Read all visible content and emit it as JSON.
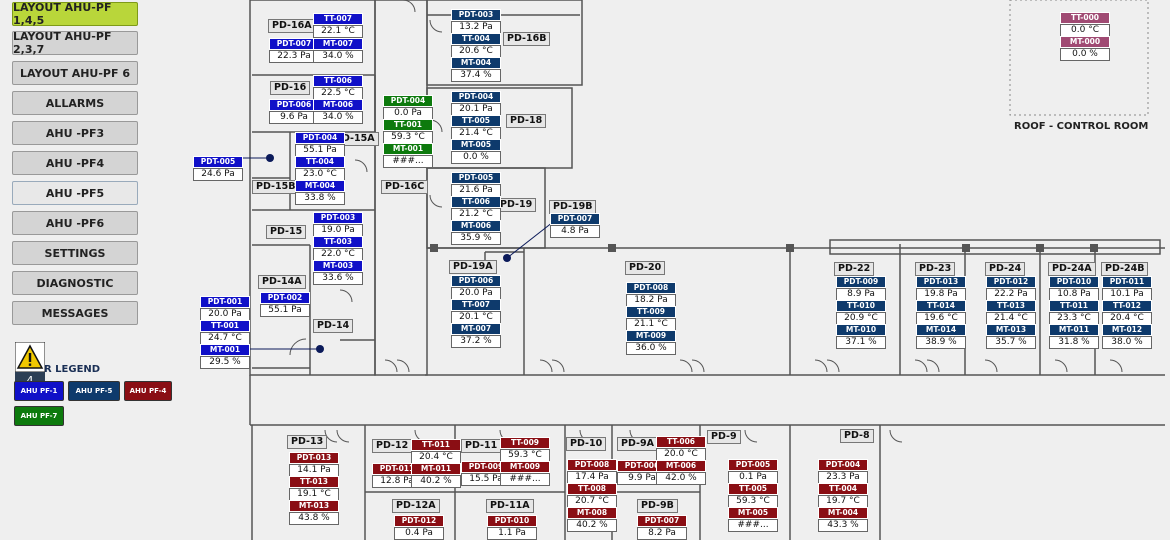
{
  "colors": {
    "blue": "#1010c8",
    "navy": "#0e3a6c",
    "red": "#8a0e14",
    "green": "#0d7a0d",
    "mauve": "#a04a73",
    "active": "#b9d63a"
  },
  "nav": [
    {
      "label": "LAYOUT AHU-PF 1,4,5",
      "state": "active"
    },
    {
      "label": "LAYOUT AHU-PF 2,3,7",
      "state": ""
    },
    {
      "label": "LAYOUT AHU-PF 6",
      "state": ""
    },
    {
      "label": "ALLARMS",
      "state": ""
    },
    {
      "label": "AHU -PF3",
      "state": ""
    },
    {
      "label": "AHU -PF4",
      "state": ""
    },
    {
      "label": "AHU -PF5",
      "state": "selected"
    },
    {
      "label": "AHU -PF6",
      "state": ""
    },
    {
      "label": "SETTINGS",
      "state": ""
    },
    {
      "label": "DIAGNOSTIC",
      "state": ""
    },
    {
      "label": "MESSAGES",
      "state": ""
    }
  ],
  "alarm": {
    "count": "4",
    "icon": "warning-icon"
  },
  "legend": {
    "title": "R LEGEND",
    "items": [
      {
        "label": "AHU PF-1",
        "color": "blue"
      },
      {
        "label": "AHU PF-5",
        "color": "navy"
      },
      {
        "label": "AHU PF-4",
        "color": "red"
      },
      {
        "label": "AHU PF-7",
        "color": "green"
      }
    ]
  },
  "roof": {
    "label": "ROOF - CONTROL ROOM"
  },
  "rooms": [
    "PD-16A",
    "PD-16",
    "PD-15A",
    "PD-15B",
    "PD-15",
    "PD-14A",
    "PD-14",
    "PD-16C",
    "PD-16B",
    "PD-18",
    "PD-19",
    "PD-19B",
    "PD-19A",
    "PD-20",
    "PD-22",
    "PD-23",
    "PD-24",
    "PD-24A",
    "PD-24B",
    "PD-13",
    "PD-12",
    "PD-11",
    "PD-10",
    "PD-9A",
    "PD-9",
    "PD-8",
    "PD-12A",
    "PD-11A",
    "PD-9B"
  ],
  "sensors": [
    {
      "tag": "TT-007",
      "value": "22.1 °C",
      "c": "blue"
    },
    {
      "tag": "PDT-007",
      "value": "22.3 Pa",
      "c": "blue"
    },
    {
      "tag": "MT-007",
      "value": "34.0 %",
      "c": "blue"
    },
    {
      "tag": "TT-006",
      "value": "22.5 °C",
      "c": "blue"
    },
    {
      "tag": "PDT-006",
      "value": "9.6 Pa",
      "c": "blue"
    },
    {
      "tag": "MT-006",
      "value": "34.0 %",
      "c": "blue"
    },
    {
      "tag": "PDT-004",
      "value": "55.1 Pa",
      "c": "blue"
    },
    {
      "tag": "TT-004",
      "value": "23.0 °C",
      "c": "blue"
    },
    {
      "tag": "MT-004",
      "value": "33.8 %",
      "c": "blue"
    },
    {
      "tag": "PDT-005",
      "value": "24.6 Pa",
      "c": "blue"
    },
    {
      "tag": "PDT-003",
      "value": "19.0 Pa",
      "c": "blue"
    },
    {
      "tag": "TT-003",
      "value": "22.0 °C",
      "c": "blue"
    },
    {
      "tag": "MT-003",
      "value": "33.6 %",
      "c": "blue"
    },
    {
      "tag": "PDT-002",
      "value": "55.1 Pa",
      "c": "blue"
    },
    {
      "tag": "PDT-001",
      "value": "20.0 Pa",
      "c": "blue"
    },
    {
      "tag": "TT-001",
      "value": "24.7 °C",
      "c": "blue"
    },
    {
      "tag": "MT-001",
      "value": "29.5 %",
      "c": "blue"
    },
    {
      "tag": "PDT-004",
      "value": "0.0 Pa",
      "c": "green"
    },
    {
      "tag": "TT-001",
      "value": "59.3 °C",
      "c": "green"
    },
    {
      "tag": "MT-001",
      "value": "###...",
      "c": "green"
    },
    {
      "tag": "PDT-003",
      "value": "13.2 Pa",
      "c": "navy"
    },
    {
      "tag": "TT-004",
      "value": "20.6 °C",
      "c": "navy"
    },
    {
      "tag": "MT-004",
      "value": "37.4 %",
      "c": "navy"
    },
    {
      "tag": "PDT-004",
      "value": "20.1 Pa",
      "c": "navy"
    },
    {
      "tag": "TT-005",
      "value": "21.4 °C",
      "c": "navy"
    },
    {
      "tag": "MT-005",
      "value": "0.0 %",
      "c": "navy"
    },
    {
      "tag": "PDT-005",
      "value": "21.6 Pa",
      "c": "navy"
    },
    {
      "tag": "TT-006",
      "value": "21.2 °C",
      "c": "navy"
    },
    {
      "tag": "MT-006",
      "value": "35.9 %",
      "c": "navy"
    },
    {
      "tag": "PDT-007",
      "value": "4.8 Pa",
      "c": "navy"
    },
    {
      "tag": "PDT-006",
      "value": "20.0 Pa",
      "c": "navy"
    },
    {
      "tag": "TT-007",
      "value": "20.1 °C",
      "c": "navy"
    },
    {
      "tag": "MT-007",
      "value": "37.2 %",
      "c": "navy"
    },
    {
      "tag": "PDT-008",
      "value": "18.2 Pa",
      "c": "navy"
    },
    {
      "tag": "TT-009",
      "value": "21.1 °C",
      "c": "navy"
    },
    {
      "tag": "MT-009",
      "value": "36.0 %",
      "c": "navy"
    },
    {
      "tag": "PDT-009",
      "value": "8.9 Pa",
      "c": "navy"
    },
    {
      "tag": "TT-010",
      "value": "20.9 °C",
      "c": "navy"
    },
    {
      "tag": "MT-010",
      "value": "37.1 %",
      "c": "navy"
    },
    {
      "tag": "PDT-013",
      "value": "19.8 Pa",
      "c": "navy"
    },
    {
      "tag": "TT-014",
      "value": "19.6 °C",
      "c": "navy"
    },
    {
      "tag": "MT-014",
      "value": "38.9 %",
      "c": "navy"
    },
    {
      "tag": "PDT-012",
      "value": "22.2 Pa",
      "c": "navy"
    },
    {
      "tag": "TT-013",
      "value": "21.4 °C",
      "c": "navy"
    },
    {
      "tag": "MT-013",
      "value": "35.7 %",
      "c": "navy"
    },
    {
      "tag": "PDT-010",
      "value": "10.8 Pa",
      "c": "navy"
    },
    {
      "tag": "TT-011",
      "value": "23.3 °C",
      "c": "navy"
    },
    {
      "tag": "MT-011",
      "value": "31.8 %",
      "c": "navy"
    },
    {
      "tag": "PDT-011",
      "value": "10.1 Pa",
      "c": "navy"
    },
    {
      "tag": "TT-012",
      "value": "20.4 °C",
      "c": "navy"
    },
    {
      "tag": "MT-012",
      "value": "38.0 %",
      "c": "navy"
    },
    {
      "tag": "PDT-013",
      "value": "14.1 Pa",
      "c": "red"
    },
    {
      "tag": "TT-013",
      "value": "19.1 °C",
      "c": "red"
    },
    {
      "tag": "MT-013",
      "value": "43.8 %",
      "c": "red"
    },
    {
      "tag": "TT-011",
      "value": "20.4 °C",
      "c": "red"
    },
    {
      "tag": "PDT-011",
      "value": "12.8 Pa",
      "c": "red"
    },
    {
      "tag": "MT-011",
      "value": "40.2 %",
      "c": "red"
    },
    {
      "tag": "TT-009",
      "value": "59.3 °C",
      "c": "red"
    },
    {
      "tag": "PDT-009",
      "value": "15.5 Pa",
      "c": "red"
    },
    {
      "tag": "MT-009",
      "value": "###...",
      "c": "red"
    },
    {
      "tag": "PDT-008",
      "value": "17.4 Pa",
      "c": "red"
    },
    {
      "tag": "TT-008",
      "value": "20.7 °C",
      "c": "red"
    },
    {
      "tag": "MT-008",
      "value": "40.2 %",
      "c": "red"
    },
    {
      "tag": "TT-006",
      "value": "20.0 °C",
      "c": "red"
    },
    {
      "tag": "PDT-006",
      "value": "9.9 Pa",
      "c": "red"
    },
    {
      "tag": "MT-006",
      "value": "42.0 %",
      "c": "red"
    },
    {
      "tag": "PDT-005",
      "value": "0.1 Pa",
      "c": "red"
    },
    {
      "tag": "TT-005",
      "value": "59.3 °C",
      "c": "red"
    },
    {
      "tag": "MT-005",
      "value": "###...",
      "c": "red"
    },
    {
      "tag": "PDT-004",
      "value": "23.3 Pa",
      "c": "red"
    },
    {
      "tag": "TT-004",
      "value": "19.7 °C",
      "c": "red"
    },
    {
      "tag": "MT-004",
      "value": "43.3 %",
      "c": "red"
    },
    {
      "tag": "PDT-012",
      "value": "0.4 Pa",
      "c": "red"
    },
    {
      "tag": "PDT-010",
      "value": "1.1 Pa",
      "c": "red"
    },
    {
      "tag": "PDT-007",
      "value": "8.2 Pa",
      "c": "red"
    },
    {
      "tag": "TT-000",
      "value": "0.0 °C",
      "c": "mauve"
    },
    {
      "tag": "MT-000",
      "value": "0.0 %",
      "c": "mauve"
    }
  ]
}
